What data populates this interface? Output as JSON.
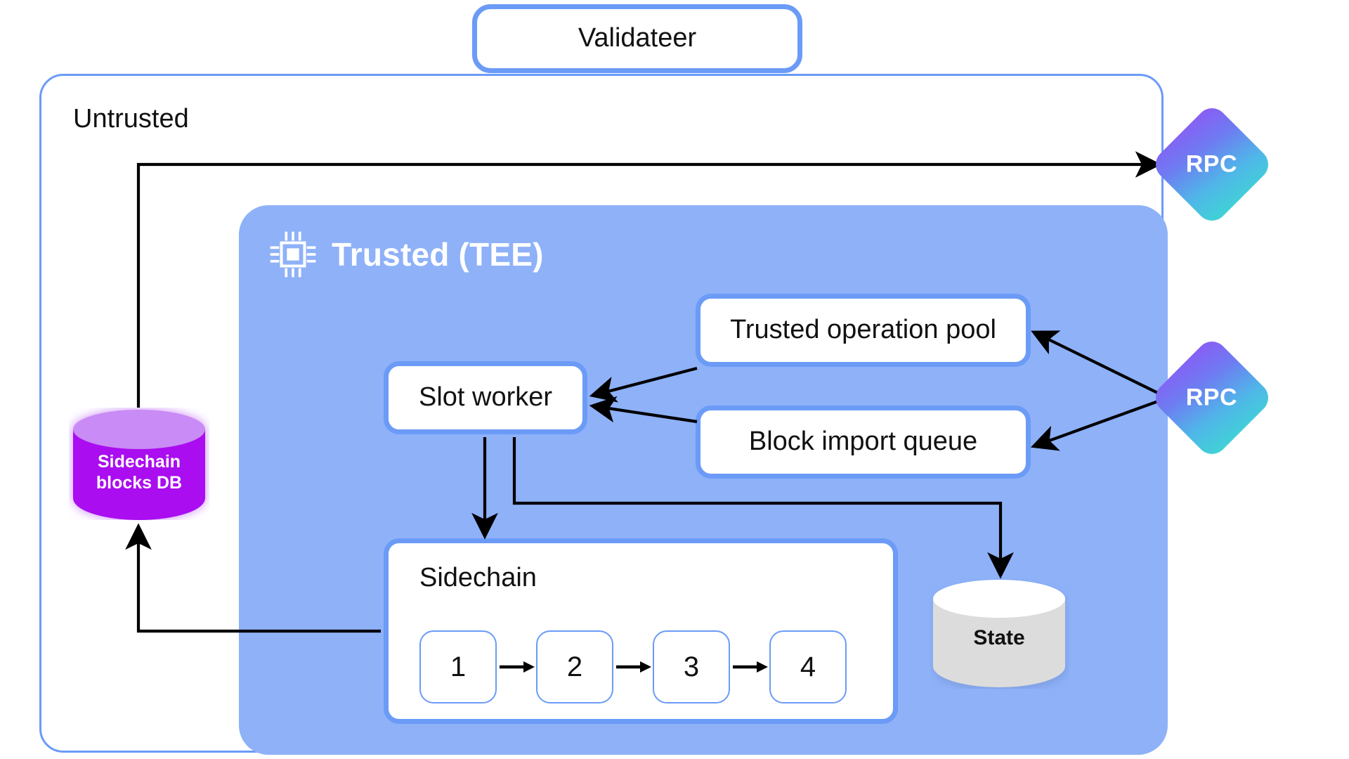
{
  "diagram": {
    "title": "Validateer",
    "untrusted_label": "Untrusted",
    "trusted_label": "Trusted (TEE)",
    "trusted_icon": "cpu-chip-icon",
    "nodes": {
      "slot_worker": "Slot worker",
      "trusted_operation_pool": "Trusted operation pool",
      "block_import_queue": "Block import queue",
      "sidechain": "Sidechain",
      "sidechain_blocks_db": "Sidechain\nblocks DB",
      "sidechain_blocks_db_line1": "Sidechain",
      "sidechain_blocks_db_line2": "blocks DB",
      "state": "State",
      "rpc_top": "RPC",
      "rpc_bottom": "RPC"
    },
    "blocks": [
      {
        "label": "1"
      },
      {
        "label": "2"
      },
      {
        "label": "3"
      },
      {
        "label": "4"
      }
    ],
    "edges": [
      {
        "from": "sidechain-blocks-db",
        "to": "rpc-top",
        "style": "orthogonal",
        "arrow": "end"
      },
      {
        "from": "trusted-operation-pool",
        "to": "slot-worker",
        "style": "straight",
        "arrow": "end"
      },
      {
        "from": "block-import-queue",
        "to": "slot-worker",
        "style": "straight",
        "arrow": "end"
      },
      {
        "from": "rpc-bottom",
        "to": "trusted-operation-pool",
        "style": "straight",
        "arrow": "end"
      },
      {
        "from": "rpc-bottom",
        "to": "block-import-queue",
        "style": "straight",
        "arrow": "end"
      },
      {
        "from": "slot-worker",
        "to": "sidechain",
        "style": "straight",
        "arrow": "end"
      },
      {
        "from": "slot-worker",
        "to": "state",
        "style": "orthogonal",
        "arrow": "end"
      },
      {
        "from": "sidechain",
        "to": "sidechain-blocks-db",
        "style": "orthogonal",
        "arrow": "end"
      },
      {
        "from": "block-1",
        "to": "block-2",
        "style": "straight",
        "arrow": "end"
      },
      {
        "from": "block-2",
        "to": "block-3",
        "style": "straight",
        "arrow": "end"
      },
      {
        "from": "block-3",
        "to": "block-4",
        "style": "straight",
        "arrow": "end"
      }
    ],
    "colors": {
      "border_blue": "#6B9BF7",
      "tee_panel_fill": "#8EB1F8",
      "db_purple_body": "#AA0FF0",
      "db_purple_top": "#C98BF5",
      "state_gray_body": "#DCDCDC",
      "state_gray_top": "#FFFFFF",
      "rpc_gradient_start": "#8A5CF5",
      "rpc_gradient_end": "#3FD4D4",
      "connector_black": "#000000",
      "text_dark": "#111111",
      "text_light": "#FFFFFF"
    }
  }
}
